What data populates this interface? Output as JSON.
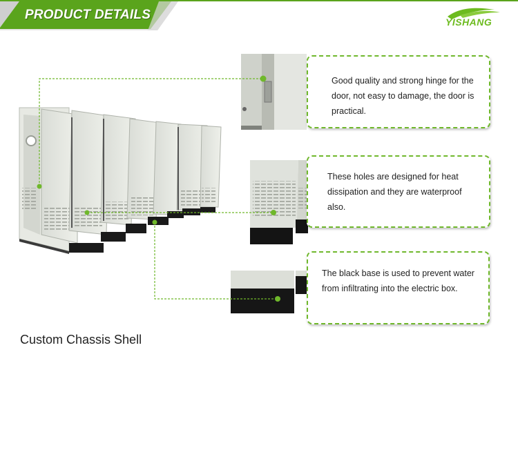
{
  "header": {
    "title": "PRODUCT DETAILS",
    "logo_text": "YISHANG",
    "banner_color": "#5aa41c",
    "accent_color": "#6fb82b"
  },
  "callouts": [
    {
      "text": "Good quality and strong hinge for the door, not easy to damage, the door is practical."
    },
    {
      "text": "These holes are designed for heat dissipation and they are waterproof also."
    },
    {
      "text": "The black base is used to prevent water from infiltrating into the electric box."
    }
  ],
  "caption": "Custom Chassis Shell"
}
